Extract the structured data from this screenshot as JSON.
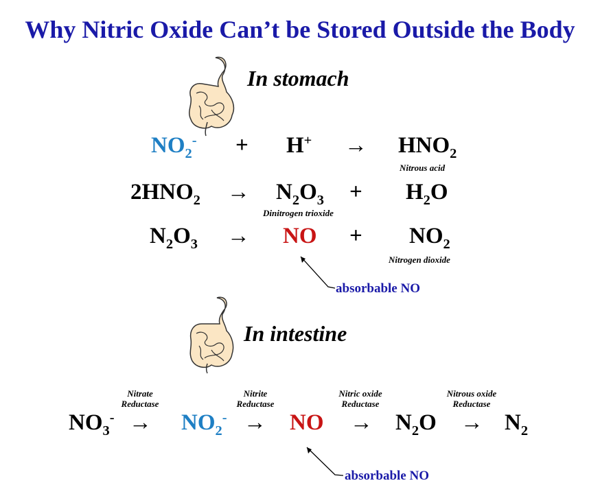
{
  "title": "Why Nitric Oxide Can’t be Stored Outside the Body",
  "colors": {
    "title": "#1a1aa8",
    "nitrite": "#1e7fc4",
    "no": "#c81414",
    "absorbable": "#1a1aa8",
    "gut_fill": "#fbe6c4"
  },
  "stomach": {
    "heading": "In stomach",
    "icon": "intestine-icon",
    "r1": {
      "a_main": "NO",
      "a_sub": "2",
      "a_sup": "-",
      "plus": "+",
      "b_main": "H",
      "b_sup": "+",
      "arrow": "→",
      "p_main": "HNO",
      "p_sub": "2",
      "p_note": "Nitrous acid"
    },
    "r2": {
      "a": "2HNO",
      "a_sub": "2",
      "arrow": "→",
      "p1_a": "N",
      "p1_s1": "2",
      "p1_b": "O",
      "p1_s2": "3",
      "p1_note": "Dinitrogen trioxide",
      "plus": "+",
      "p2_a": "H",
      "p2_s": "2",
      "p2_b": "O"
    },
    "r3": {
      "a_a": "N",
      "a_s1": "2",
      "a_b": "O",
      "a_s2": "3",
      "arrow": "→",
      "p1": "NO",
      "plus": "+",
      "p2": "NO",
      "p2_sub": "2",
      "p2_note": "Nitrogen dioxide"
    },
    "absorbable": "absorbable NO"
  },
  "intestine": {
    "heading": "In intestine",
    "icon": "intestine-icon",
    "chain": {
      "s1_main": "NO",
      "s1_sub": "3",
      "s1_sup": "-",
      "s2_main": "NO",
      "s2_sub": "2",
      "s2_sup": "-",
      "s3": "NO",
      "s4_a": "N",
      "s4_s": "2",
      "s4_b": "O",
      "s5_a": "N",
      "s5_s": "2",
      "arrow": "→"
    },
    "enzymes": [
      {
        "line1": "Nitrate",
        "line2": "Reductase"
      },
      {
        "line1": "Nitrite",
        "line2": "Reductase"
      },
      {
        "line1": "Nitric oxide",
        "line2": "Reductase"
      },
      {
        "line1": "Nitrous oxide",
        "line2": "Reductase"
      }
    ],
    "absorbable": "absorbable NO"
  }
}
